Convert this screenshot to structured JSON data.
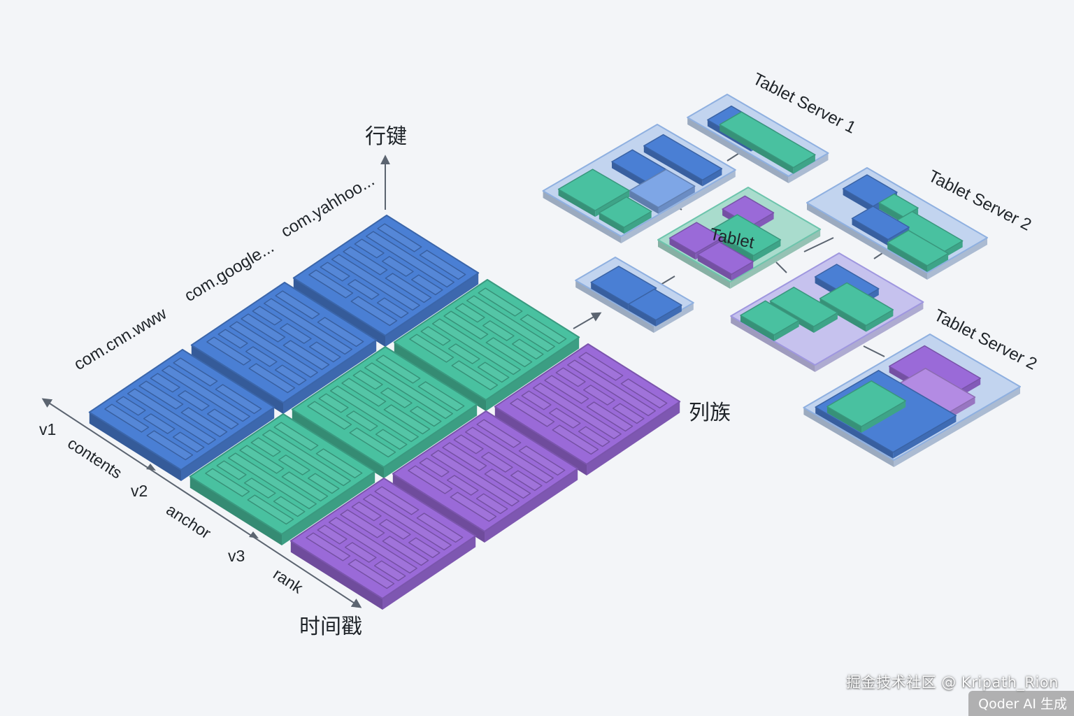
{
  "axes": {
    "row_key": "行键",
    "column_family": "列族",
    "timestamp": "时间戳"
  },
  "row_labels": [
    "com.cnn.www",
    "com.google...",
    "com.yahhoo..."
  ],
  "timestamp_labels": [
    "v1",
    "contents",
    "v2",
    "anchor",
    "v3",
    "rank"
  ],
  "servers": [
    "Tablet Server 1",
    "Tablet Server 2",
    "Tablet Server 2"
  ],
  "tablet_label": "Tablet",
  "colors": {
    "blue": "#4a7fd4",
    "green": "#49c1a0",
    "purple": "#9a6ad8",
    "frame": "#a9c1e6"
  },
  "watermark": "掘金技术社区 @ Kripath_Rion",
  "badge": "Qoder AI 生成"
}
